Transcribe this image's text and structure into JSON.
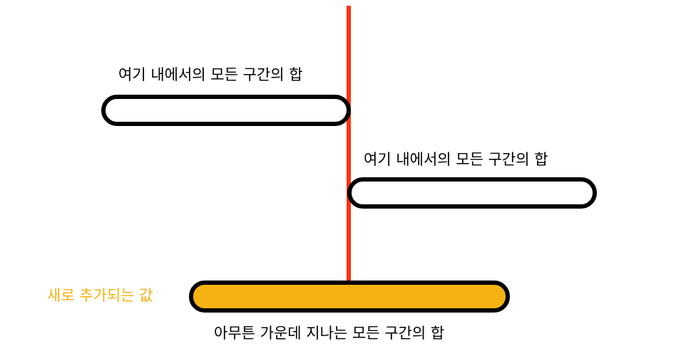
{
  "colors": {
    "divider": "#ff3311",
    "new_value_fill": "#f5b213",
    "new_value_text": "#f5b213",
    "outline": "#000000"
  },
  "intervals": {
    "left": {
      "label": "여기 내에서의 모든 구간의 합"
    },
    "right": {
      "label": "여기 내에서의 모든 구간의 합"
    },
    "crossing": {
      "label": "아무튼 가운데 지나는 모든 구간의 합"
    }
  },
  "new_value": {
    "label": "새로 추가되는 값"
  }
}
